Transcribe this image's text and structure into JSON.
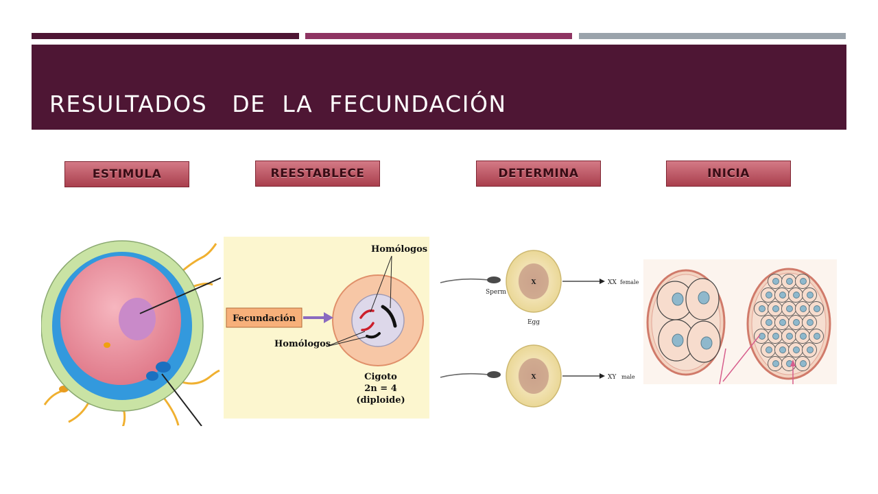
{
  "slide": {
    "title": "RESULTADOS   DE  LA  FECUNDACIÓN",
    "accent_colors": {
      "bar_dark": "#4e1634",
      "bar_mid": "#8e3462",
      "bar_gray": "#9aa3ab"
    }
  },
  "labels": {
    "estimula": "ESTIMULA",
    "reestablece": "REESTABLECE",
    "determina": "DETERMINA",
    "inicia": "INICIA"
  },
  "panel2": {
    "homologos_top": "Homólogos",
    "fecundacion": "Fecundación",
    "homologos_bottom": "Homólogos",
    "cigoto": "Cigoto",
    "formula": "2n = 4",
    "diploide": "(diploide)"
  },
  "panel3": {
    "x_top": "X",
    "sperm": "Sperm",
    "egg": "Egg",
    "result_top": "XX",
    "female": "female",
    "x_bottom": "X",
    "result_bottom": "XY",
    "male": "male"
  }
}
